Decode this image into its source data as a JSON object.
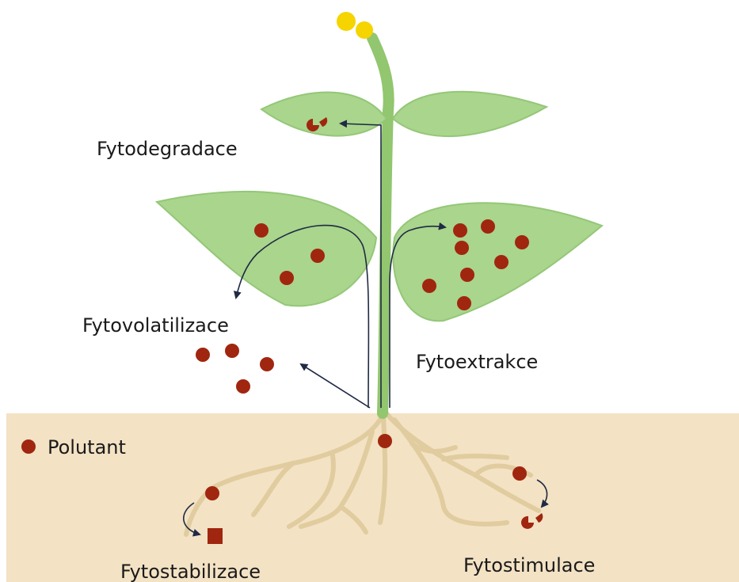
{
  "labels": {
    "phytodegradation": "Fytodegradace",
    "phytovolatilization": "Fytovolatilizace",
    "phytoextraction": "Fytoextrakce",
    "phytostabilization": "Fytostabilizace",
    "phytostimulation": "Fytostimulace"
  },
  "legend": {
    "pollutant": "Polutant"
  },
  "colors": {
    "soil": "#f3e2c4",
    "leaf_fill": "#a9d58c",
    "leaf_outline": "#94c777",
    "stem": "#92c66f",
    "root": "#e0cc9e",
    "pollutant": "#a0260f",
    "flower": "#f5d400",
    "arrow": "#1f2a44"
  }
}
